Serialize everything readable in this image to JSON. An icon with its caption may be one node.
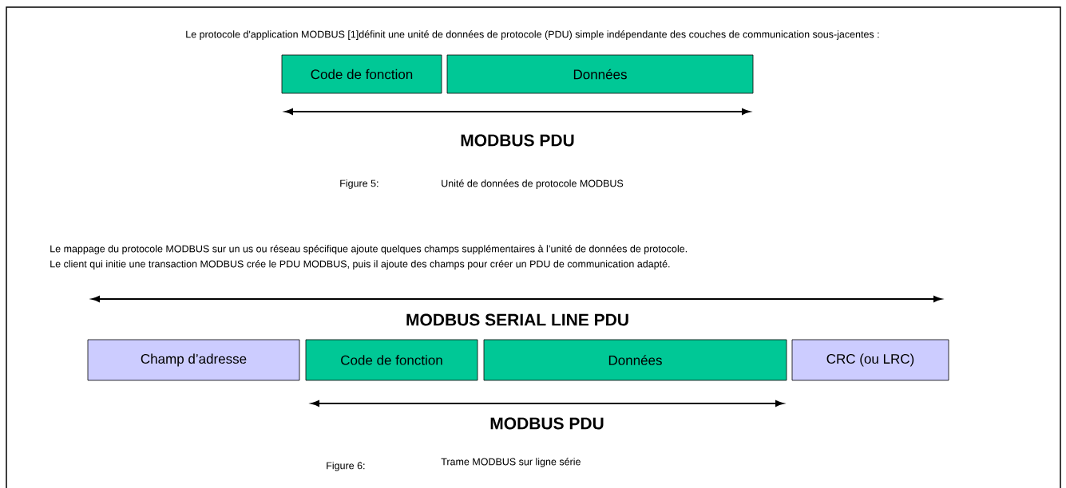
{
  "diagram": {
    "nodes": [
      {
        "text": [
          "Code de fonction"
        ]
      },
      {
        "text": [
          "Données"
        ]
      },
      {
        "text": [
          "Champ d’adresse"
        ]
      },
      {
        "text": [
          "Code de fonction"
        ]
      },
      {
        "text": [
          "Données"
        ]
      },
      {
        "text": [
          "CRC (ou LRC)"
        ]
      }
    ],
    "labels": [
      "Le protocole d'application MODBUS [1]définit une unité de données de protocole (PDU) simple indépendante des couches de communication sous-jacentes :",
      "MODBUS PDU",
      "Figure 5:",
      "Unité de données de protocole MODBUS",
      "Le mappage du protocole MODBUS sur un us ou réseau spécifique ajoute quelques champs supplémentaires à l’unité de données de protocole.",
      "Le client qui initie une transaction MODBUS crée le PDU MODBUS, puis il ajoute des champs pour créer un PDU de communication adapté.",
      "MODBUS SERIAL LINE PDU",
      "MODBUS PDU",
      "Figure 6:",
      "Trame MODBUS sur ligne série"
    ]
  }
}
